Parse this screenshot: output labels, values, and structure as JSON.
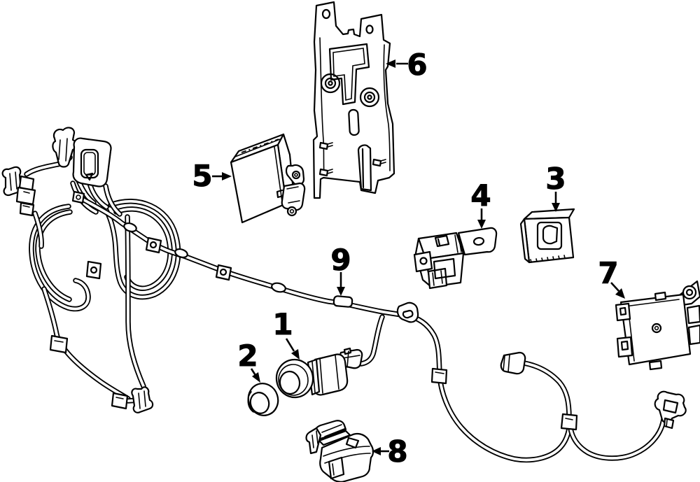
{
  "diagram": {
    "background_color": "#ffffff",
    "line_color": "#000000",
    "callouts": [
      {
        "label": "1"
      },
      {
        "label": "2"
      },
      {
        "label": "3"
      },
      {
        "label": "4"
      },
      {
        "label": "5"
      },
      {
        "label": "6"
      },
      {
        "label": "7"
      },
      {
        "label": "8"
      },
      {
        "label": "9"
      }
    ]
  }
}
